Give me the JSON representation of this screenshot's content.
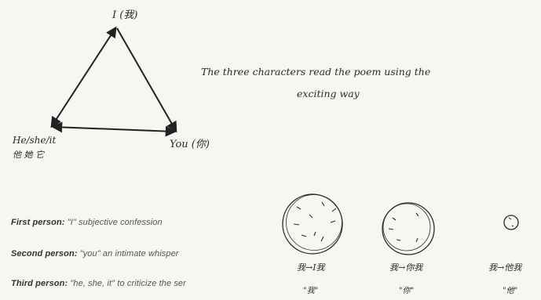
{
  "vertices": {
    "top": "I (我)",
    "left_line1": "He/she/it",
    "left_line2": "他 她 它",
    "right": "You (你)"
  },
  "note": {
    "line1": "The three characters read the poem using the",
    "line2": "exciting way"
  },
  "persons": [
    {
      "term": "First person:",
      "desc": "\"I\" subjective confession"
    },
    {
      "term": "Second person:",
      "desc": "\"you\" an intimate whisper"
    },
    {
      "term": "Third person:",
      "desc": "\"he, she, it\" to criticize the ser"
    }
  ],
  "circles": [
    {
      "caption": "我→I我",
      "sub": "\"我\""
    },
    {
      "caption": "我→你我",
      "sub": "\"你\""
    },
    {
      "caption": "我→他我",
      "sub": "\"他\""
    }
  ]
}
